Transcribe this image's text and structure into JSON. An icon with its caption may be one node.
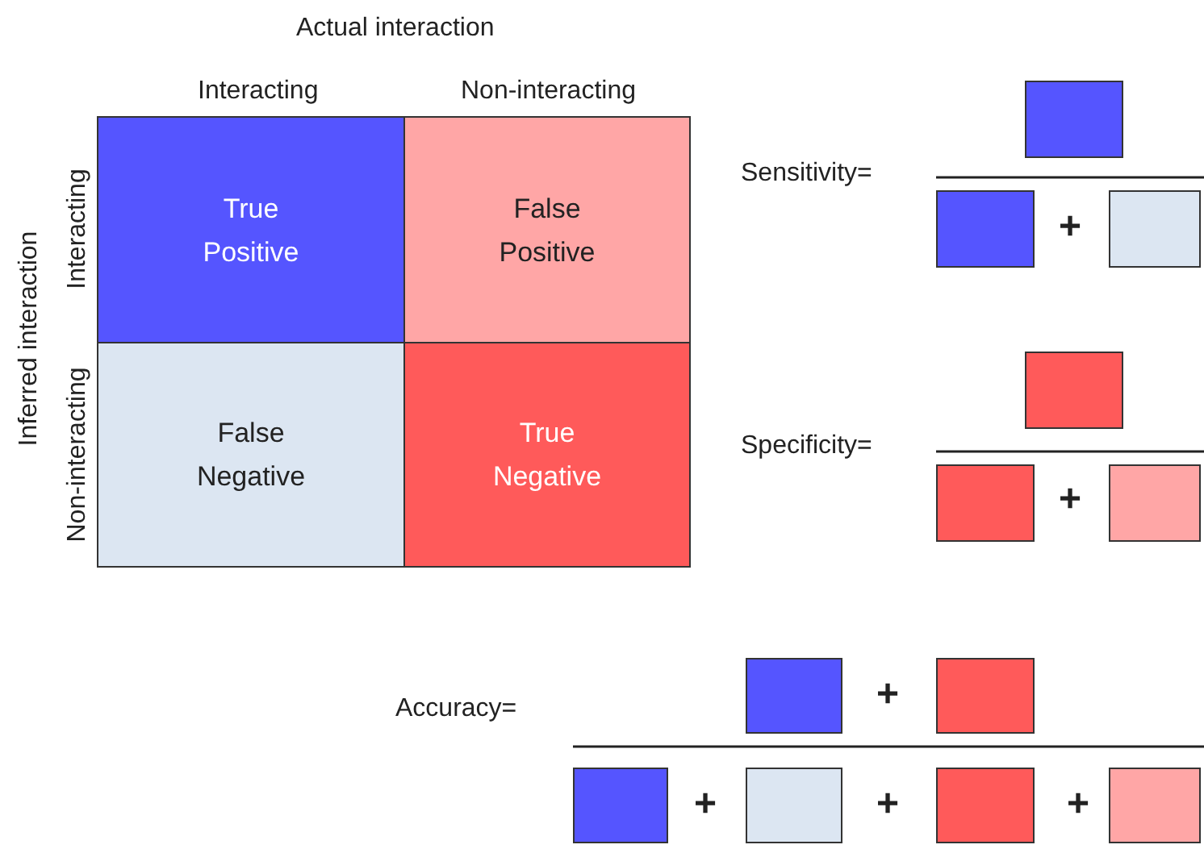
{
  "diagram": {
    "nodes": [
      {
        "text": [
          "True Positive"
        ]
      },
      {
        "text": [
          "False Positive"
        ]
      },
      {
        "text": [
          "False Negative"
        ]
      },
      {
        "text": [
          "True Negative"
        ]
      },
      {
        "text": [],
        "shape": "box"
      },
      {
        "text": [],
        "shape": "box"
      },
      {
        "text": [],
        "shape": "box"
      },
      {
        "text": [],
        "shape": "box"
      },
      {
        "text": [],
        "shape": "box"
      },
      {
        "text": [],
        "shape": "box"
      },
      {
        "text": [],
        "shape": "box"
      },
      {
        "text": [],
        "shape": "box"
      },
      {
        "text": [],
        "shape": "box"
      },
      {
        "text": [],
        "shape": "box"
      },
      {
        "text": [],
        "shape": "box"
      },
      {
        "text": [],
        "shape": "box"
      }
    ],
    "labels": [
      "Actual interaction",
      "Interacting",
      "Non-interacting",
      "Inferred interaction",
      "Interacting",
      "Non-interacting",
      "Sensitivity=",
      "+",
      "Specificity=",
      "+",
      "Accuracy=",
      "+",
      "+",
      "+",
      "+"
    ]
  }
}
